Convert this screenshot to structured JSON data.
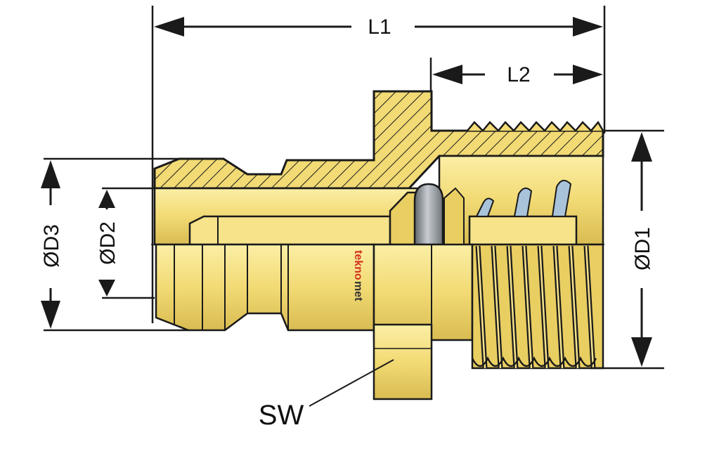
{
  "dimensions": {
    "l1": "L1",
    "l2": "L2",
    "d1": "ØD1",
    "d2": "ØD2",
    "d3": "ØD3",
    "sw": "SW"
  },
  "brand": {
    "part1": "tekno",
    "part2": "met"
  },
  "colors": {
    "brass": "#F2DA74",
    "brass_light": "#FBEFA6",
    "brass_dark": "#C9AA3C",
    "outline": "#1A1A1A",
    "steel": "#9AA0A6",
    "brand_red": "#D2321E"
  }
}
